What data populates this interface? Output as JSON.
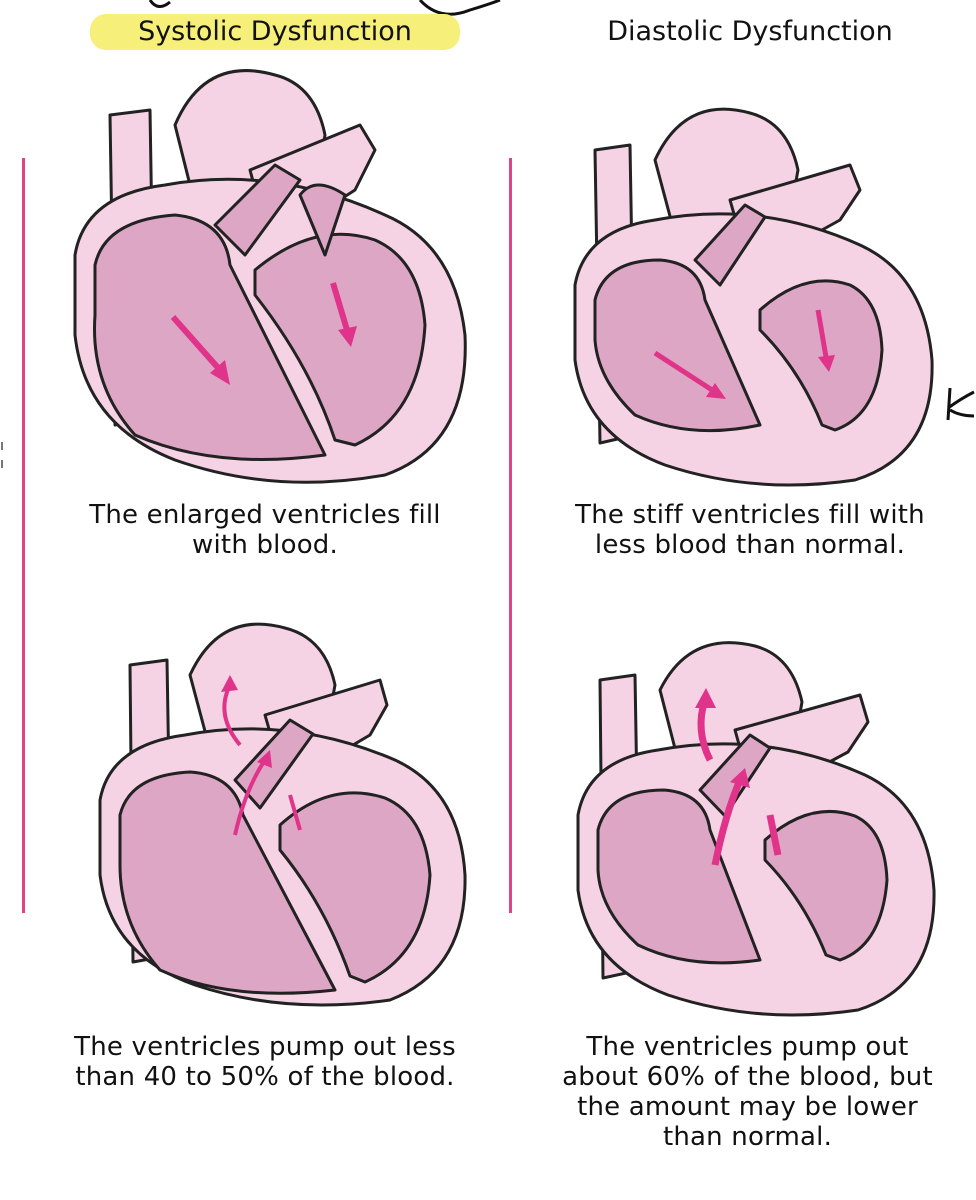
{
  "headings": {
    "left": "Systolic Dysfunction",
    "right": "Diastolic Dysfunction"
  },
  "captions": {
    "top_left": "The enlarged ventricles fill with blood.",
    "top_right": "The stiff ventricles fill with less blood than normal.",
    "bottom_left": "The ventricles pump out less than 40 to 50% of the blood.",
    "bottom_right": "The ventricles pump out about 60% of the blood, but the amount may be lower than normal."
  },
  "colors": {
    "highlight": "#f6f07a",
    "accent_line": "#e0438a",
    "heart_outer": "#f6d3e4",
    "heart_chamber": "#dda6c5",
    "arrow": "#e0338a"
  }
}
